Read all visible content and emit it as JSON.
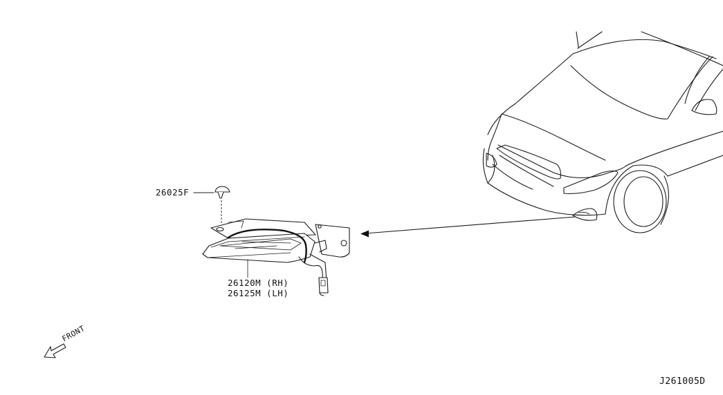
{
  "labels": {
    "clip_part": "26025F",
    "lamp_part_rh": "26120M (RH)",
    "lamp_part_lh": "26125M (LH)",
    "front": "FRONT",
    "diagram_id": "J261005D"
  },
  "icons": {
    "front_arrow": "hollow-arrow-icon"
  }
}
